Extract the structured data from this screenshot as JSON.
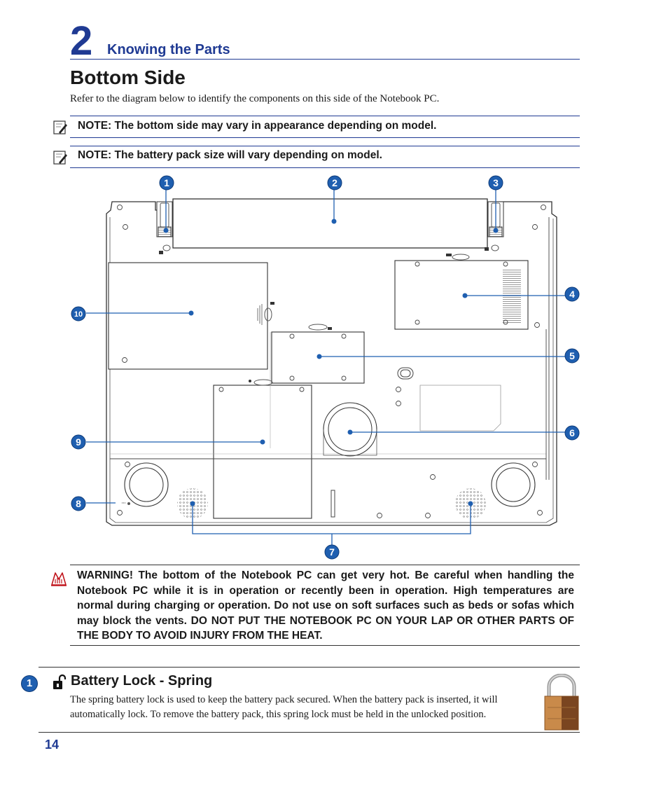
{
  "header": {
    "chapter_number": "2",
    "chapter_title": "Knowing the Parts"
  },
  "section": {
    "title": "Bottom Side",
    "intro": "Refer to the diagram below to identify the components on this side of the Notebook PC."
  },
  "notes": [
    {
      "text": "NOTE: The bottom side may vary in appearance depending on model."
    },
    {
      "text": "NOTE: The battery pack size will vary depending on model."
    }
  ],
  "diagram": {
    "callouts": [
      "1",
      "2",
      "3",
      "4",
      "5",
      "6",
      "7",
      "8",
      "9",
      "10"
    ]
  },
  "warning": {
    "text": "WARNING!  The bottom of the Notebook PC can get very hot. Be careful when handling the Notebook PC while it is in operation or recently been in operation. High temperatures are normal during charging or operation. Do not use on soft surfaces such as beds or sofas which may block the vents. DO NOT PUT THE NOTEBOOK PC ON YOUR LAP OR OTHER PARTS OF THE BODY TO AVOID INJURY FROM THE HEAT."
  },
  "item": {
    "number": "1",
    "title": "Battery Lock - Spring",
    "description": "The spring battery lock is used to keep the battery pack secured. When the battery pack is inserted, it will automatically lock. To remove the battery pack, this spring lock must be held in the unlocked position."
  },
  "footer": {
    "page_number": "14"
  },
  "colors": {
    "accent_blue": "#1f3a93",
    "callout_blue": "#1f5fb0",
    "warning_red": "#c0141c"
  }
}
